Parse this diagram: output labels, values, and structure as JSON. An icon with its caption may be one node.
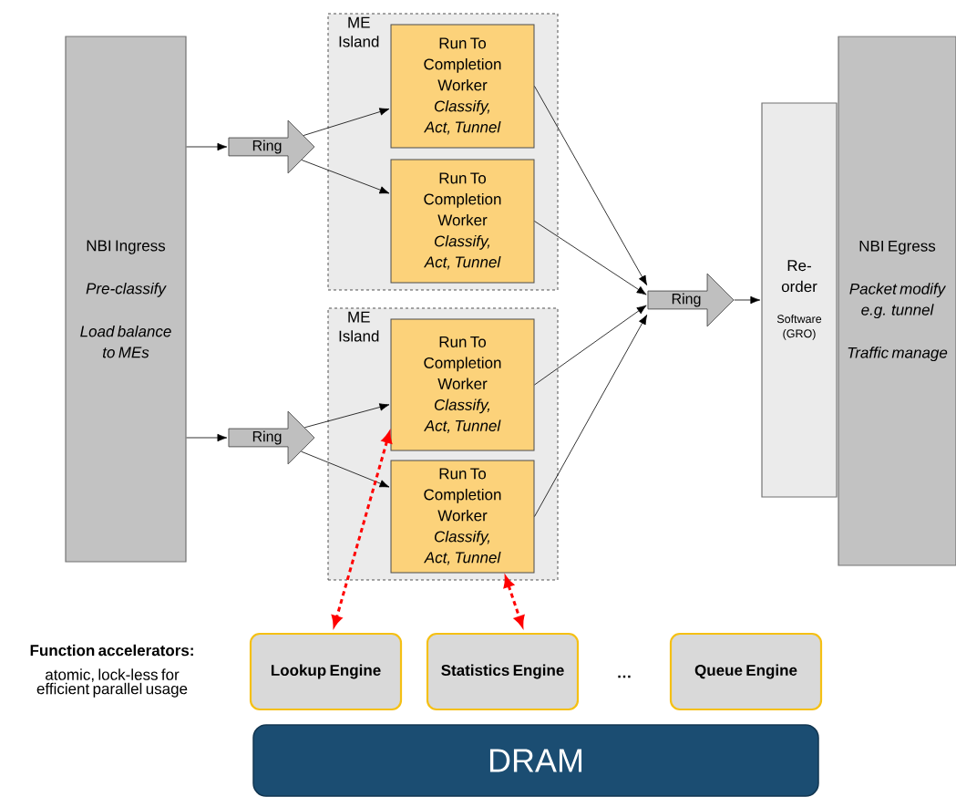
{
  "diagram": {
    "nodes": [
      {
        "text": [
          "NBI Ingress",
          "Pre-classify",
          "Load balance to MEs"
        ]
      },
      {
        "text": [
          "ME Island"
        ]
      },
      {
        "text": [
          "Run To Completion Worker",
          "Classify, Act, Tunnel"
        ],
        "in": 1
      },
      {
        "text": [
          "Run To Completion Worker",
          "Classify, Act, Tunnel"
        ],
        "in": 1
      },
      {
        "text": [
          "ME Island"
        ]
      },
      {
        "text": [
          "Run To Completion Worker",
          "Classify, Act, Tunnel"
        ],
        "in": 4
      },
      {
        "text": [
          "Run To Completion Worker",
          "Classify, Act, Tunnel"
        ],
        "in": 4
      },
      {
        "text": [
          "Ring"
        ]
      },
      {
        "text": [
          "Ring"
        ]
      },
      {
        "text": [
          "Ring"
        ]
      },
      {
        "text": [
          "Re-order",
          "Software (GRO)"
        ]
      },
      {
        "text": [
          "NBI Egress",
          "Packet modify e.g. tunnel",
          "Traffic manage"
        ]
      },
      {
        "text": [
          "Lookup Engine"
        ]
      },
      {
        "text": [
          "Statistics Engine"
        ]
      },
      {
        "text": [
          "Queue Engine"
        ]
      },
      {
        "text": [
          "DRAM"
        ]
      }
    ],
    "edges": [
      {
        "from": 0,
        "to": 7,
        "arrow": "to"
      },
      {
        "from": 0,
        "to": 8,
        "arrow": "to"
      },
      {
        "from": 7,
        "to": 2,
        "arrow": "to"
      },
      {
        "from": 7,
        "to": 3,
        "arrow": "to"
      },
      {
        "from": 8,
        "to": 5,
        "arrow": "to"
      },
      {
        "from": 8,
        "to": 6,
        "arrow": "to"
      },
      {
        "from": 2,
        "to": 9,
        "arrow": "to"
      },
      {
        "from": 3,
        "to": 9,
        "arrow": "to"
      },
      {
        "from": 5,
        "to": 9,
        "arrow": "to"
      },
      {
        "from": 6,
        "to": 9,
        "arrow": "to"
      },
      {
        "from": 9,
        "to": 10,
        "arrow": "to"
      },
      {
        "from": 5,
        "to": 12,
        "arrow": "both",
        "style": "dashed",
        "color": "#ff0000"
      },
      {
        "from": 6,
        "to": 13,
        "arrow": "both",
        "style": "dashed",
        "color": "#ff0000"
      }
    ],
    "labels": [
      "Function accelerators:",
      "atomic, lock-less for efficient parallel usage",
      "…"
    ]
  }
}
